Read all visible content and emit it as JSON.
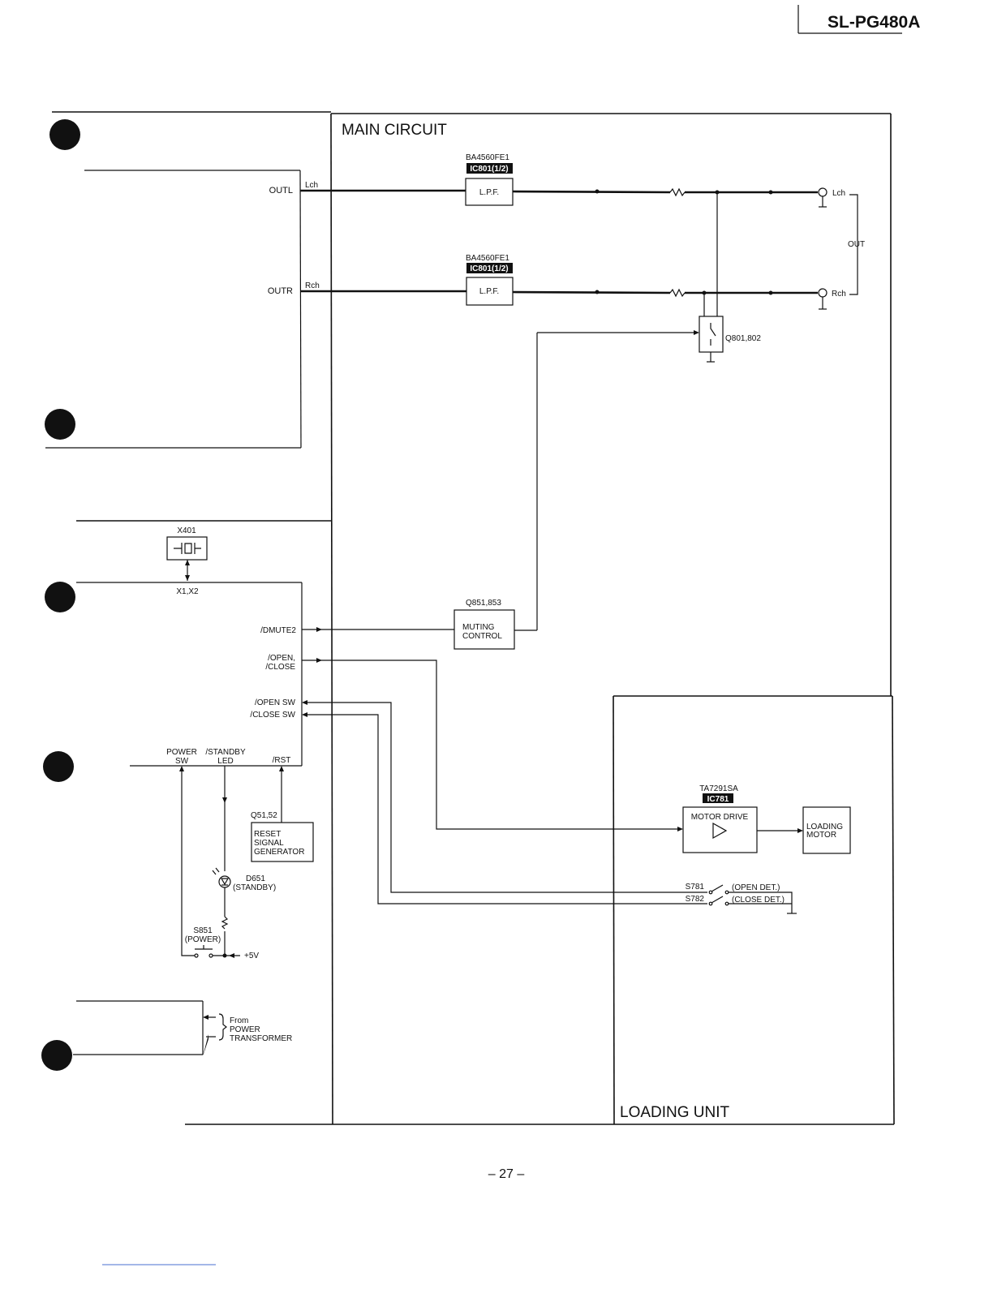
{
  "header": {
    "model": "SL-PG480A"
  },
  "footer": {
    "page_number": "– 27 –"
  },
  "sections": {
    "main_circuit": "MAIN CIRCUIT",
    "loading_unit": "LOADING UNIT"
  },
  "ic801_l": {
    "part": "BA4560FE1",
    "tag": "IC801(1/2)",
    "block": "L.P.F."
  },
  "ic801_r": {
    "part": "BA4560FE1",
    "tag": "IC801(1/2)",
    "block": "L.P.F."
  },
  "signals": {
    "outl": "OUTL",
    "outr": "OUTR",
    "lch_wire": "Lch",
    "rch_wire": "Rch",
    "lch_jack": "Lch",
    "rch_jack": "Rch",
    "out": "OUT",
    "q801": "Q801,802"
  },
  "oscillator": {
    "name": "X401",
    "pins": "X1,X2"
  },
  "pins": {
    "dmute2": "/DMUTE2",
    "open_line1": "/OPEN,",
    "close_line2": "/CLOSE",
    "open_sw": "/OPEN SW",
    "close_sw": "/CLOSE SW",
    "power_sw_1": "POWER",
    "power_sw_2": "SW",
    "standby_led_1": "/STANDBY",
    "standby_led_2": "LED",
    "rst": "/RST"
  },
  "muting": {
    "transistors": "Q851,853",
    "line1": "MUTING",
    "line2": "CONTROL"
  },
  "reset": {
    "transistors": "Q51,52",
    "line1": "RESET",
    "line2": "SIGNAL",
    "line3": "GENERATOR"
  },
  "led": {
    "name": "D651",
    "note": "(STANDBY)"
  },
  "power_switch": {
    "name": "S851",
    "note": "(POWER)",
    "supply": "+5V"
  },
  "transformer": {
    "line1": "From",
    "line2": "POWER",
    "line3": "TRANSFORMER"
  },
  "motor_ic": {
    "part": "TA7291SA",
    "tag": "IC781",
    "block": "MOTOR DRIVE"
  },
  "motor": {
    "line1": "LOADING",
    "line2": "MOTOR"
  },
  "det_switches": {
    "s781": "S781",
    "s781_label": "(OPEN DET.)",
    "s782": "S782",
    "s782_label": "(CLOSE DET.)"
  }
}
